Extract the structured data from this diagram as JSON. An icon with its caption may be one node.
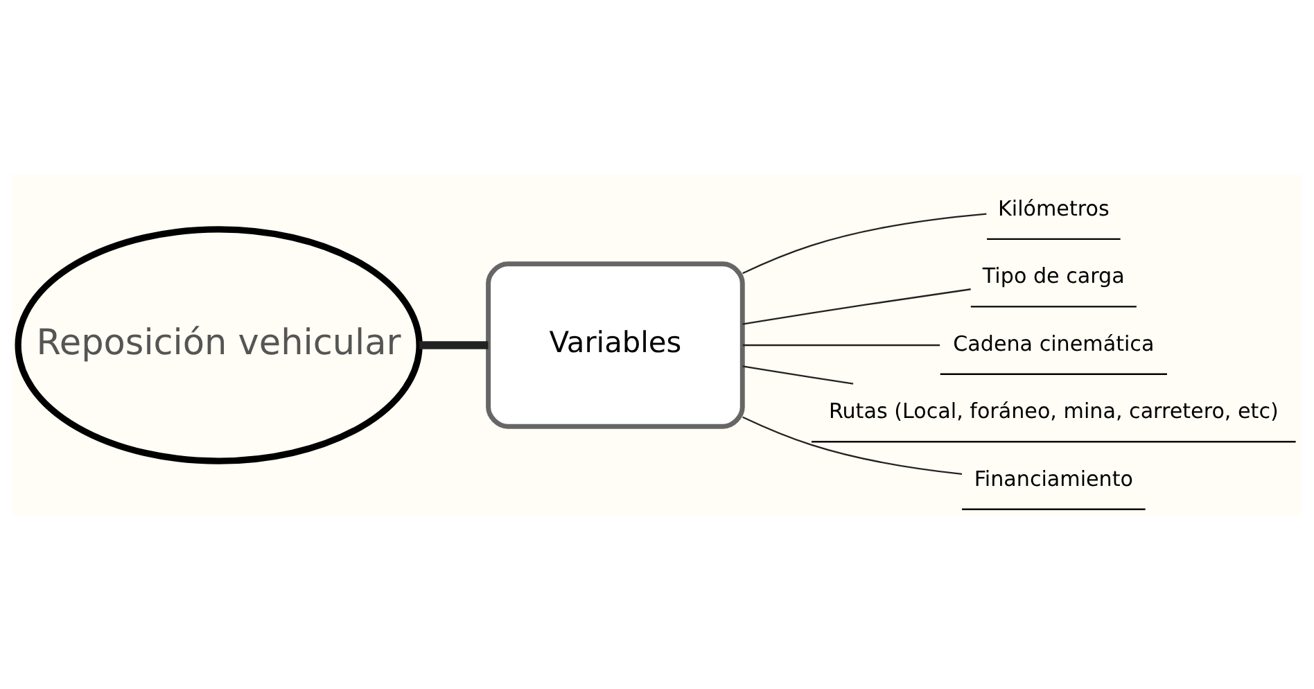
{
  "diagram": {
    "nodes": [
      {
        "text": [
          "Reposición vehicular"
        ]
      },
      {
        "text": [
          "Variables"
        ]
      },
      {
        "text": [
          "Kilómetros"
        ]
      },
      {
        "text": [
          "Tipo de carga"
        ]
      },
      {
        "text": [
          "Cadena cinemática"
        ]
      },
      {
        "text": [
          "Rutas (Local, foráneo, mina, carretero, etc)"
        ]
      },
      {
        "text": [
          "Financiamiento"
        ]
      }
    ],
    "edges": [
      {
        "from": 0,
        "to": 1,
        "arrow": "none",
        "style": "thick"
      },
      {
        "from": 1,
        "to": 2,
        "arrow": "none"
      },
      {
        "from": 1,
        "to": 3,
        "arrow": "none"
      },
      {
        "from": 1,
        "to": 4,
        "arrow": "none"
      },
      {
        "from": 1,
        "to": 5,
        "arrow": "none"
      },
      {
        "from": 1,
        "to": 6,
        "arrow": "none"
      }
    ]
  }
}
